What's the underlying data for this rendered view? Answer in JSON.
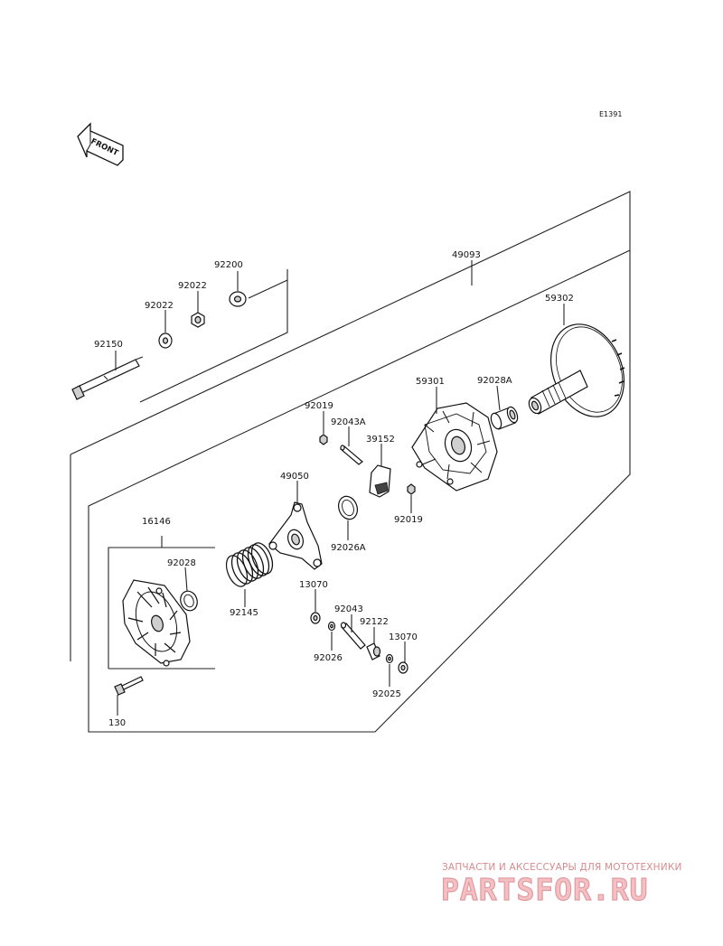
{
  "diagram_code": "E1391",
  "front_label": "FRONT",
  "parts": {
    "p92200": "92200",
    "p92022a": "92022",
    "p92022b": "92022",
    "p92150": "92150",
    "p49093": "49093",
    "p59302": "59302",
    "p59301": "59301",
    "p92028A": "92028A",
    "p92019a": "92019",
    "p92043A": "92043A",
    "p39152": "39152",
    "p49050": "49050",
    "p92019b": "92019",
    "p92026A": "92026A",
    "p16146": "16146",
    "p92028": "92028",
    "p92145": "92145",
    "p13070a": "13070",
    "p92043": "92043",
    "p92122": "92122",
    "p13070b": "13070",
    "p92026": "92026",
    "p92025": "92025",
    "p130": "130"
  },
  "watermark": {
    "subtitle": "ЗАПЧАСТИ И АКСЕССУАРЫ ДЛЯ МОТОТЕХНИКИ",
    "brand": "PARTSFOR.RU"
  },
  "colors": {
    "line": "#222222",
    "watermark": "#e19aa0"
  }
}
